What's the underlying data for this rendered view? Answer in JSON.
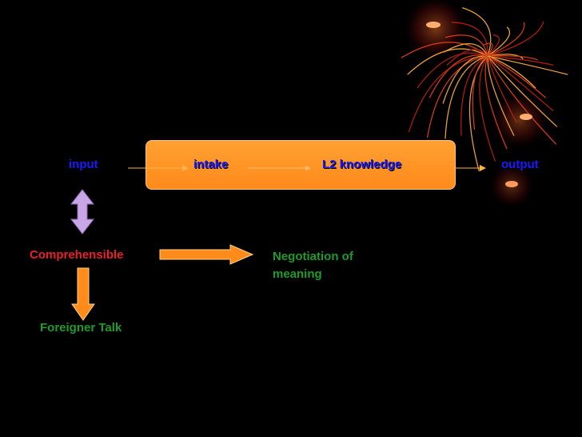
{
  "nodes": {
    "input": "input",
    "intake": "intake",
    "l2_knowledge": "L2 knowledge",
    "output": "output",
    "comprehensible": "Comprehensible",
    "negotiation_line1": "Negotiation of",
    "negotiation_line2": "meaning",
    "foreigner_talk": "Foreigner Talk"
  },
  "colors": {
    "background": "#000000",
    "process_box": "#ff951f",
    "flow_label": "#1a1aff",
    "comprehensible": "#e8202a",
    "green_label": "#1e9c2c",
    "block_arrow": "#ff8c1a",
    "double_arrow": "#c9a6e8"
  }
}
